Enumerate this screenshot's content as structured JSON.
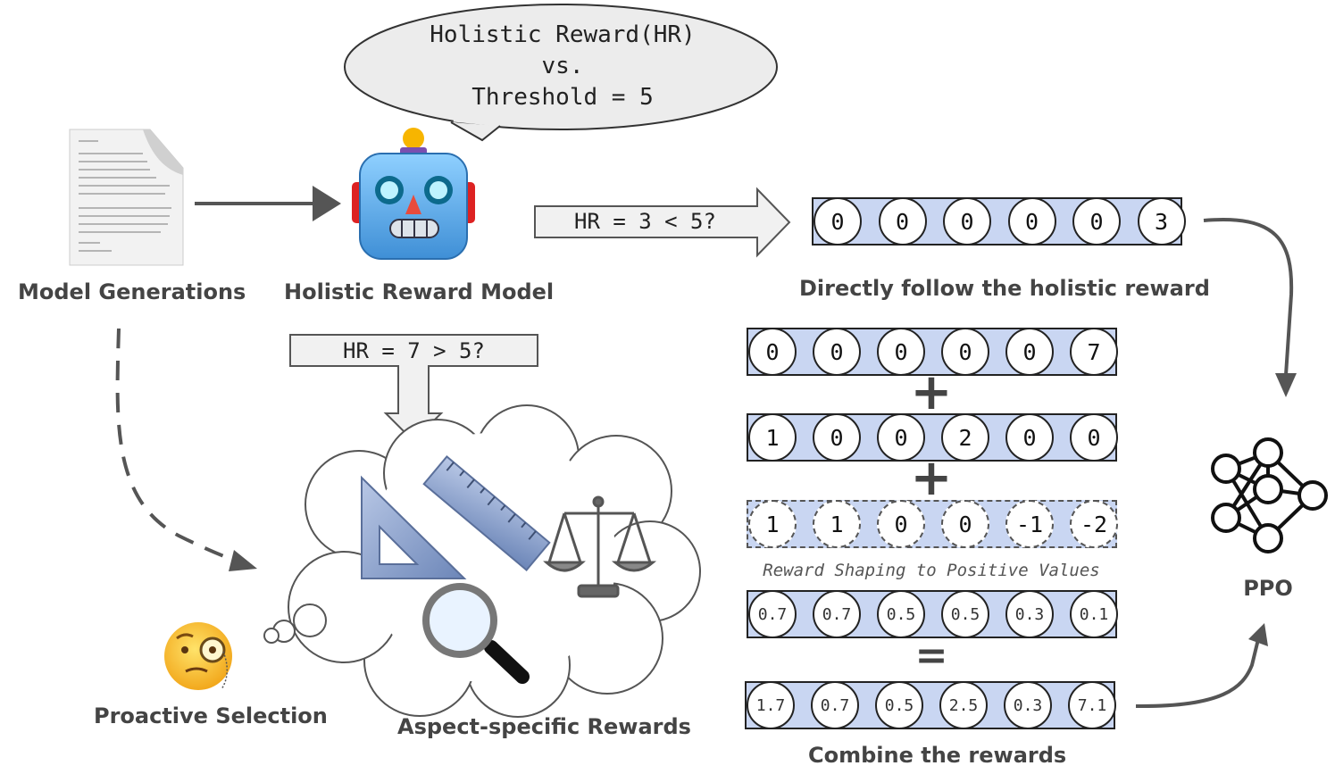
{
  "speech_bubble": {
    "line1": "Holistic Reward(HR)",
    "line2": "vs.",
    "line3": "Threshold = 5"
  },
  "labels": {
    "model_generations": "Model Generations",
    "holistic_reward_model": "Holistic Reward Model",
    "directly_follow": "Directly follow the holistic reward",
    "proactive_selection": "Proactive Selection",
    "aspect_specific_rewards": "Aspect-specific Rewards",
    "reward_shaping": "Reward Shaping to Positive Values",
    "combine_rewards": "Combine the rewards",
    "ppo": "PPO"
  },
  "conditions": {
    "low": "HR = 3 < 5?",
    "high": "HR = 7 > 5?"
  },
  "operators": {
    "plus": "+",
    "equals": "="
  },
  "rows": {
    "holistic_direct": [
      "0",
      "0",
      "0",
      "0",
      "0",
      "3"
    ],
    "holistic_high": [
      "0",
      "0",
      "0",
      "0",
      "0",
      "7"
    ],
    "aspect_rewards": [
      "1",
      "0",
      "0",
      "2",
      "0",
      "0"
    ],
    "penalties": [
      "1",
      "1",
      "0",
      "0",
      "-1",
      "-2"
    ],
    "shaped": [
      "0.7",
      "0.7",
      "0.5",
      "0.5",
      "0.3",
      "0.1"
    ],
    "combined": [
      "1.7",
      "0.7",
      "0.5",
      "2.5",
      "0.3",
      "7.1"
    ]
  },
  "colors": {
    "row_fill": "#c9d6f2",
    "arrow": "#555555",
    "label": "#444444"
  },
  "icons": [
    "document-icon",
    "robot-icon",
    "ruler-icon",
    "triangle-ruler-icon",
    "scales-icon",
    "magnifier-icon",
    "monocle-face-icon",
    "neural-network-icon"
  ]
}
